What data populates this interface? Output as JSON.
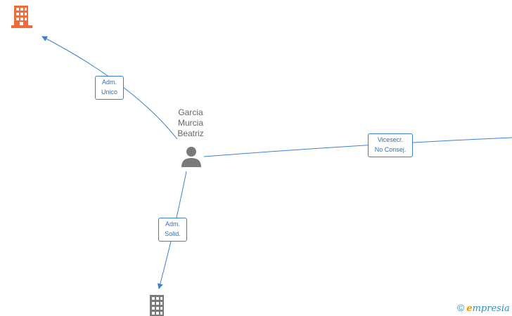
{
  "nodes": {
    "company_top": {
      "icon": "building-icon",
      "color": "#f26b3a"
    },
    "company_bottom": {
      "icon": "building-icon",
      "color": "#7a7a7a"
    },
    "person": {
      "icon": "person-icon",
      "color": "#7a7a7a",
      "name": "Garcia\nMurcia\nBeatriz"
    }
  },
  "edges": [
    {
      "id": "adm-unico",
      "label": "Adm.\nUnico"
    },
    {
      "id": "vicesecr",
      "label": "Vicesecr.\nNo Consej."
    },
    {
      "id": "adm-solid",
      "label": "Adm.\nSolid."
    }
  ],
  "colors": {
    "edge": "#3a7fd5"
  },
  "watermark": {
    "symbol": "©",
    "brand_initial": "e",
    "brand_rest": "mpresia"
  }
}
